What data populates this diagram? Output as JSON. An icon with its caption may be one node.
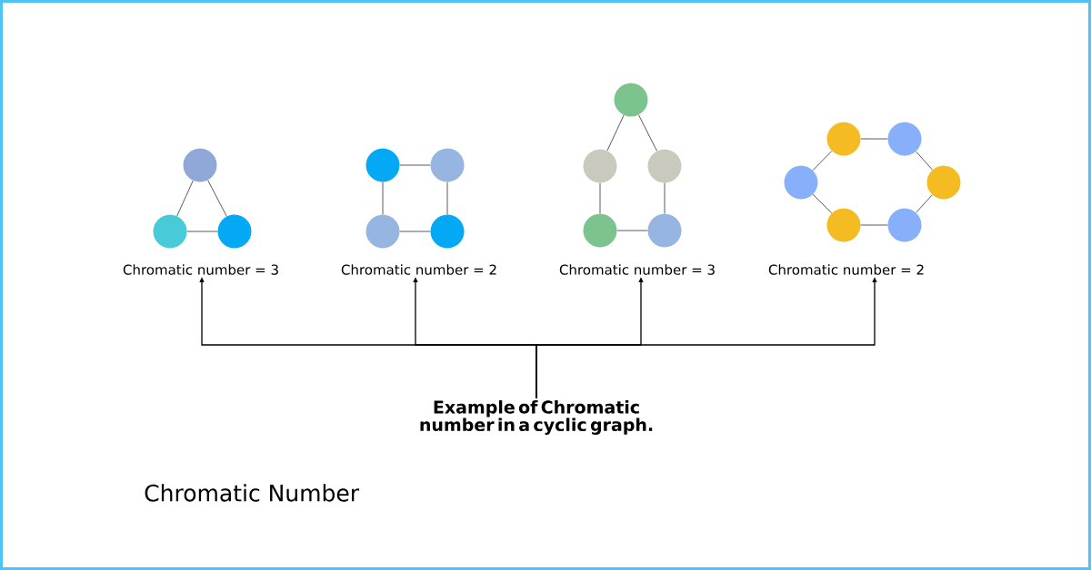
{
  "diagram": {
    "title": "Chromatic Number",
    "nodes": [
      {
        "text": [],
        "shape": "circle"
      },
      {
        "text": [],
        "shape": "circle"
      },
      {
        "text": [],
        "shape": "circle"
      },
      {
        "text": [],
        "shape": "circle"
      },
      {
        "text": [],
        "shape": "circle"
      },
      {
        "text": [],
        "shape": "circle"
      },
      {
        "text": [],
        "shape": "circle"
      },
      {
        "text": [],
        "shape": "circle"
      },
      {
        "text": [],
        "shape": "circle"
      },
      {
        "text": [],
        "shape": "circle"
      },
      {
        "text": [],
        "shape": "circle"
      },
      {
        "text": [],
        "shape": "circle"
      },
      {
        "text": [],
        "shape": "circle"
      },
      {
        "text": [],
        "shape": "circle"
      },
      {
        "text": [],
        "shape": "circle"
      },
      {
        "text": [],
        "shape": "circle"
      },
      {
        "text": [],
        "shape": "circle"
      },
      {
        "text": [],
        "shape": "circle"
      },
      {
        "text": [
          "Chromatic number = 3"
        ]
      },
      {
        "text": [
          "Chromatic number = 2"
        ]
      },
      {
        "text": [
          "Chromatic number = 3"
        ]
      },
      {
        "text": [
          "Chromatic number = 2"
        ]
      },
      {
        "text": [
          "Example of Chromatic number in a cyclic graph."
        ]
      }
    ],
    "edges": [
      {
        "from": 0,
        "to": 1,
        "arrow": "none"
      },
      {
        "from": 0,
        "to": 2,
        "arrow": "none"
      },
      {
        "from": 1,
        "to": 2,
        "arrow": "none"
      },
      {
        "from": 3,
        "to": 4,
        "arrow": "none"
      },
      {
        "from": 3,
        "to": 5,
        "arrow": "none"
      },
      {
        "from": 4,
        "to": 6,
        "arrow": "none"
      },
      {
        "from": 5,
        "to": 6,
        "arrow": "none"
      },
      {
        "from": 7,
        "to": 8,
        "arrow": "none"
      },
      {
        "from": 7,
        "to": 9,
        "arrow": "none"
      },
      {
        "from": 8,
        "to": 10,
        "arrow": "none"
      },
      {
        "from": 9,
        "to": 11,
        "arrow": "none"
      },
      {
        "from": 10,
        "to": 11,
        "arrow": "none"
      },
      {
        "from": 12,
        "to": 13,
        "arrow": "none"
      },
      {
        "from": 12,
        "to": 14,
        "arrow": "none"
      },
      {
        "from": 13,
        "to": 15,
        "arrow": "none"
      },
      {
        "from": 14,
        "to": 16,
        "arrow": "none"
      },
      {
        "from": 15,
        "to": 17,
        "arrow": "none"
      },
      {
        "from": 16,
        "to": 17,
        "arrow": "none"
      },
      {
        "from": 22,
        "to": 18,
        "arrow": "to",
        "color": "#000000"
      },
      {
        "from": 22,
        "to": 19,
        "arrow": "to",
        "color": "#000000"
      },
      {
        "from": 22,
        "to": 20,
        "arrow": "to",
        "color": "#000000"
      },
      {
        "from": 22,
        "to": 21,
        "arrow": "to",
        "color": "#000000"
      }
    ]
  }
}
